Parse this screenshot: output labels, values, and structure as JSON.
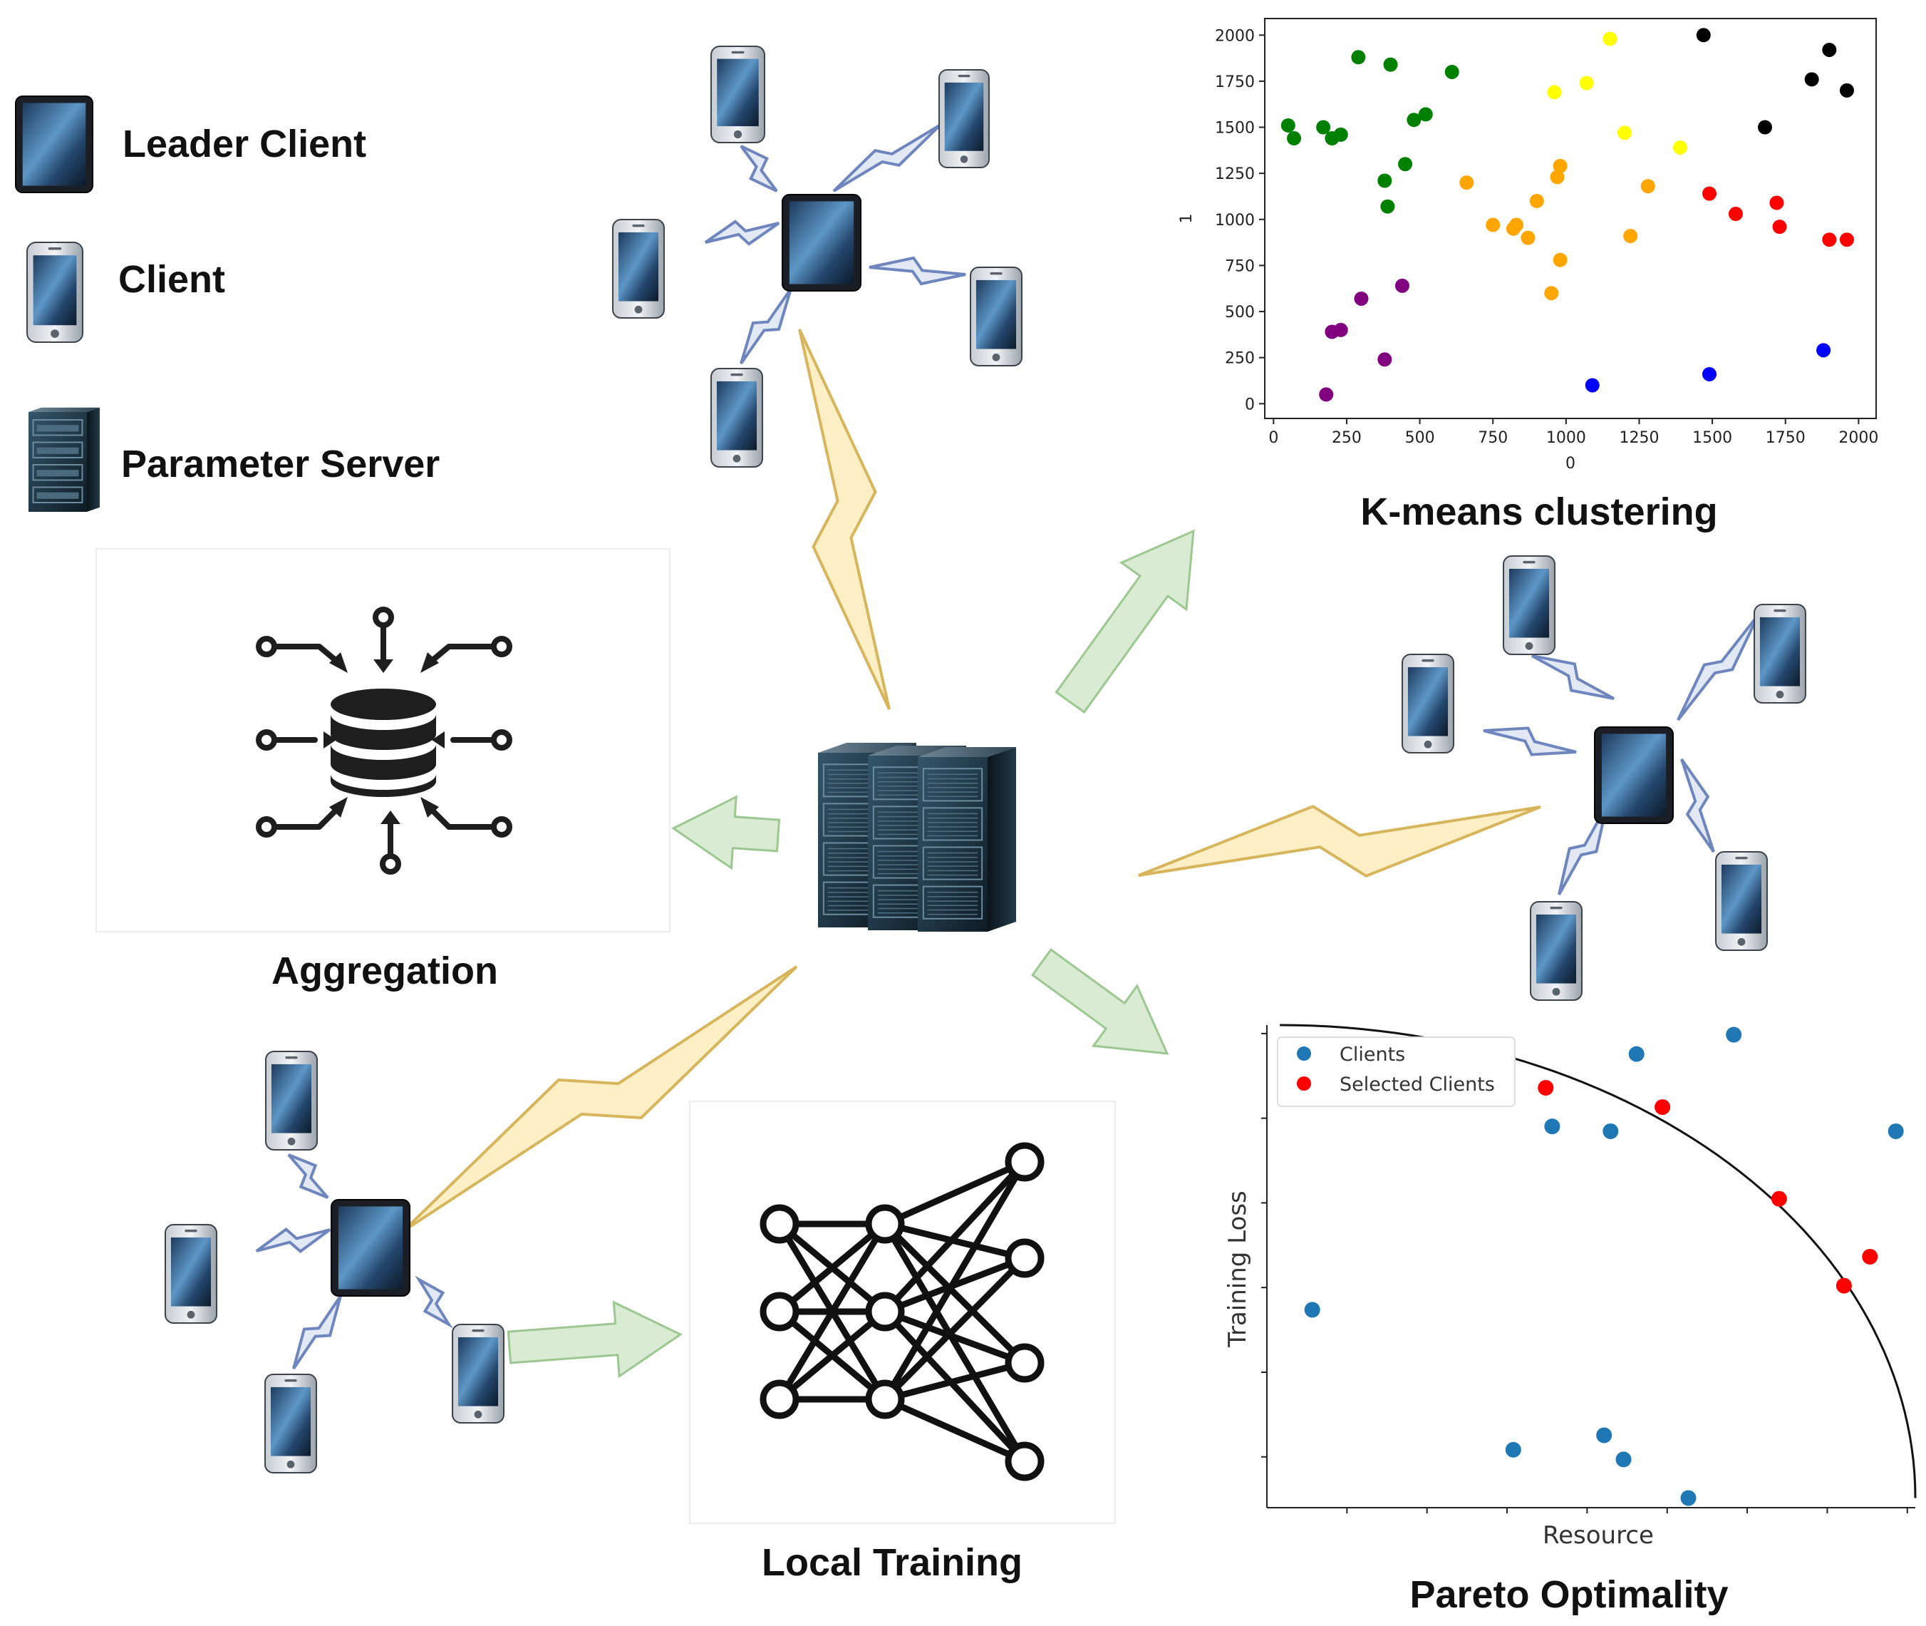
{
  "legend": {
    "leader_client": "Leader Client",
    "client": "Client",
    "parameter_server": "Parameter Server"
  },
  "labels": {
    "aggregation": "Aggregation",
    "local_training": "Local Training",
    "kmeans": "K-means clustering",
    "pareto": "Pareto Optimality"
  },
  "colors": {
    "green_arrow_fill": "#d9ebd3",
    "green_arrow_stroke": "#9cc791",
    "yellow_bolt_fill": "#fcefc6",
    "yellow_bolt_stroke": "#d6b55c",
    "blue_bolt_fill": "#e2e9f5",
    "blue_bolt_stroke": "#6e86bd"
  },
  "chart_data": [
    {
      "type": "scatter",
      "xlabel": "0",
      "ylabel": "1",
      "xlim": [
        -30,
        2060
      ],
      "ylim": [
        -80,
        2090
      ],
      "xticks": [
        0,
        250,
        500,
        750,
        1000,
        1250,
        1500,
        1750,
        2000
      ],
      "yticks": [
        0,
        250,
        500,
        750,
        1000,
        1250,
        1500,
        1750,
        2000
      ],
      "xtick_labels": [
        "0",
        "250",
        "500",
        "750",
        "1000",
        "1250",
        "1500",
        "1750",
        "2000"
      ],
      "ytick_labels": [
        "0",
        "250",
        "500",
        "750",
        "1000",
        "1250",
        "1500",
        "1750",
        "2000"
      ],
      "series": [
        {
          "color": "#008000",
          "x": [
            50,
            70,
            170,
            200,
            230,
            290,
            380,
            390,
            400,
            450,
            480,
            520,
            610
          ],
          "y": [
            1510,
            1440,
            1500,
            1440,
            1460,
            1880,
            1210,
            1070,
            1840,
            1300,
            1540,
            1570,
            1800
          ]
        },
        {
          "color": "#ffff00",
          "x": [
            960,
            1070,
            1150,
            1200,
            1390
          ],
          "y": [
            1690,
            1740,
            1980,
            1470,
            1390
          ]
        },
        {
          "color": "#000000",
          "x": [
            1470,
            1680,
            1840,
            1900,
            1960
          ],
          "y": [
            2000,
            1500,
            1760,
            1920,
            1700
          ]
        },
        {
          "color": "#ffa500",
          "x": [
            660,
            750,
            820,
            830,
            870,
            900,
            950,
            970,
            980,
            980,
            1220,
            1280
          ],
          "y": [
            1200,
            970,
            950,
            970,
            900,
            1100,
            600,
            1230,
            1290,
            780,
            910,
            1180
          ]
        },
        {
          "color": "#ff0000",
          "x": [
            1490,
            1580,
            1720,
            1730,
            1900,
            1960
          ],
          "y": [
            1140,
            1030,
            1090,
            960,
            890,
            890
          ]
        },
        {
          "color": "#800080",
          "x": [
            180,
            200,
            230,
            300,
            380,
            440
          ],
          "y": [
            50,
            390,
            400,
            570,
            240,
            640
          ]
        },
        {
          "color": "#0000ff",
          "x": [
            1090,
            1490,
            1880
          ],
          "y": [
            100,
            160,
            290
          ]
        }
      ]
    },
    {
      "type": "scatter",
      "xlabel": "Resource",
      "ylabel": "Training Loss",
      "xlim": [
        0,
        1
      ],
      "ylim": [
        0,
        1
      ],
      "xtick_count": 8,
      "ytick_count": 6,
      "frontier": "quarter-circle",
      "legend_position": "top-left",
      "series": [
        {
          "name": "Clients",
          "color": "#1f77b4",
          "x": [
            0.07,
            0.38,
            0.44,
            0.52,
            0.53,
            0.55,
            0.57,
            0.65,
            0.72,
            0.97
          ],
          "y": [
            0.41,
            0.12,
            0.79,
            0.15,
            0.78,
            0.1,
            0.94,
            0.02,
            0.98,
            0.78
          ]
        },
        {
          "name": "Selected Clients",
          "color": "#ff0000",
          "x": [
            0.43,
            0.61,
            0.79,
            0.89,
            0.93
          ],
          "y": [
            0.87,
            0.83,
            0.64,
            0.46,
            0.52
          ]
        }
      ]
    }
  ]
}
